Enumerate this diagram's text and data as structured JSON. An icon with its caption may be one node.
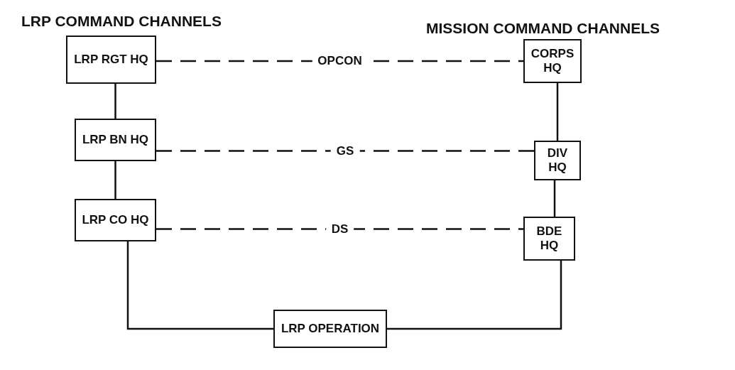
{
  "diagram": {
    "nodes": [
      {
        "text": [
          "LRP RGT HQ"
        ]
      },
      {
        "text": [
          "CORPS HQ"
        ]
      },
      {
        "text": [
          "LRP BN HQ"
        ]
      },
      {
        "text": [
          "DIV HQ"
        ]
      },
      {
        "text": [
          "LRP CO HQ"
        ]
      },
      {
        "text": [
          "BDE HQ"
        ]
      },
      {
        "text": [
          "LRP OPERATION"
        ]
      }
    ],
    "edges": [
      {
        "from": 0,
        "to": 1,
        "arrow": "none",
        "label": "OPCON",
        "style": "dashed"
      },
      {
        "from": 0,
        "to": 2,
        "arrow": "none"
      },
      {
        "from": 1,
        "to": 3,
        "arrow": "none"
      },
      {
        "from": 2,
        "to": 3,
        "arrow": "none",
        "label": "GS",
        "style": "dashed"
      },
      {
        "from": 2,
        "to": 4,
        "arrow": "none"
      },
      {
        "from": 3,
        "to": 5,
        "arrow": "none"
      },
      {
        "from": 4,
        "to": 5,
        "arrow": "none",
        "label": "DS",
        "style": "dashed"
      },
      {
        "from": 4,
        "to": 6,
        "arrow": "none"
      },
      {
        "from": 5,
        "to": 6,
        "arrow": "none"
      }
    ],
    "labels": [
      "LRP COMMAND CHANNELS",
      "MISSION COMMAND CHANNELS"
    ]
  }
}
